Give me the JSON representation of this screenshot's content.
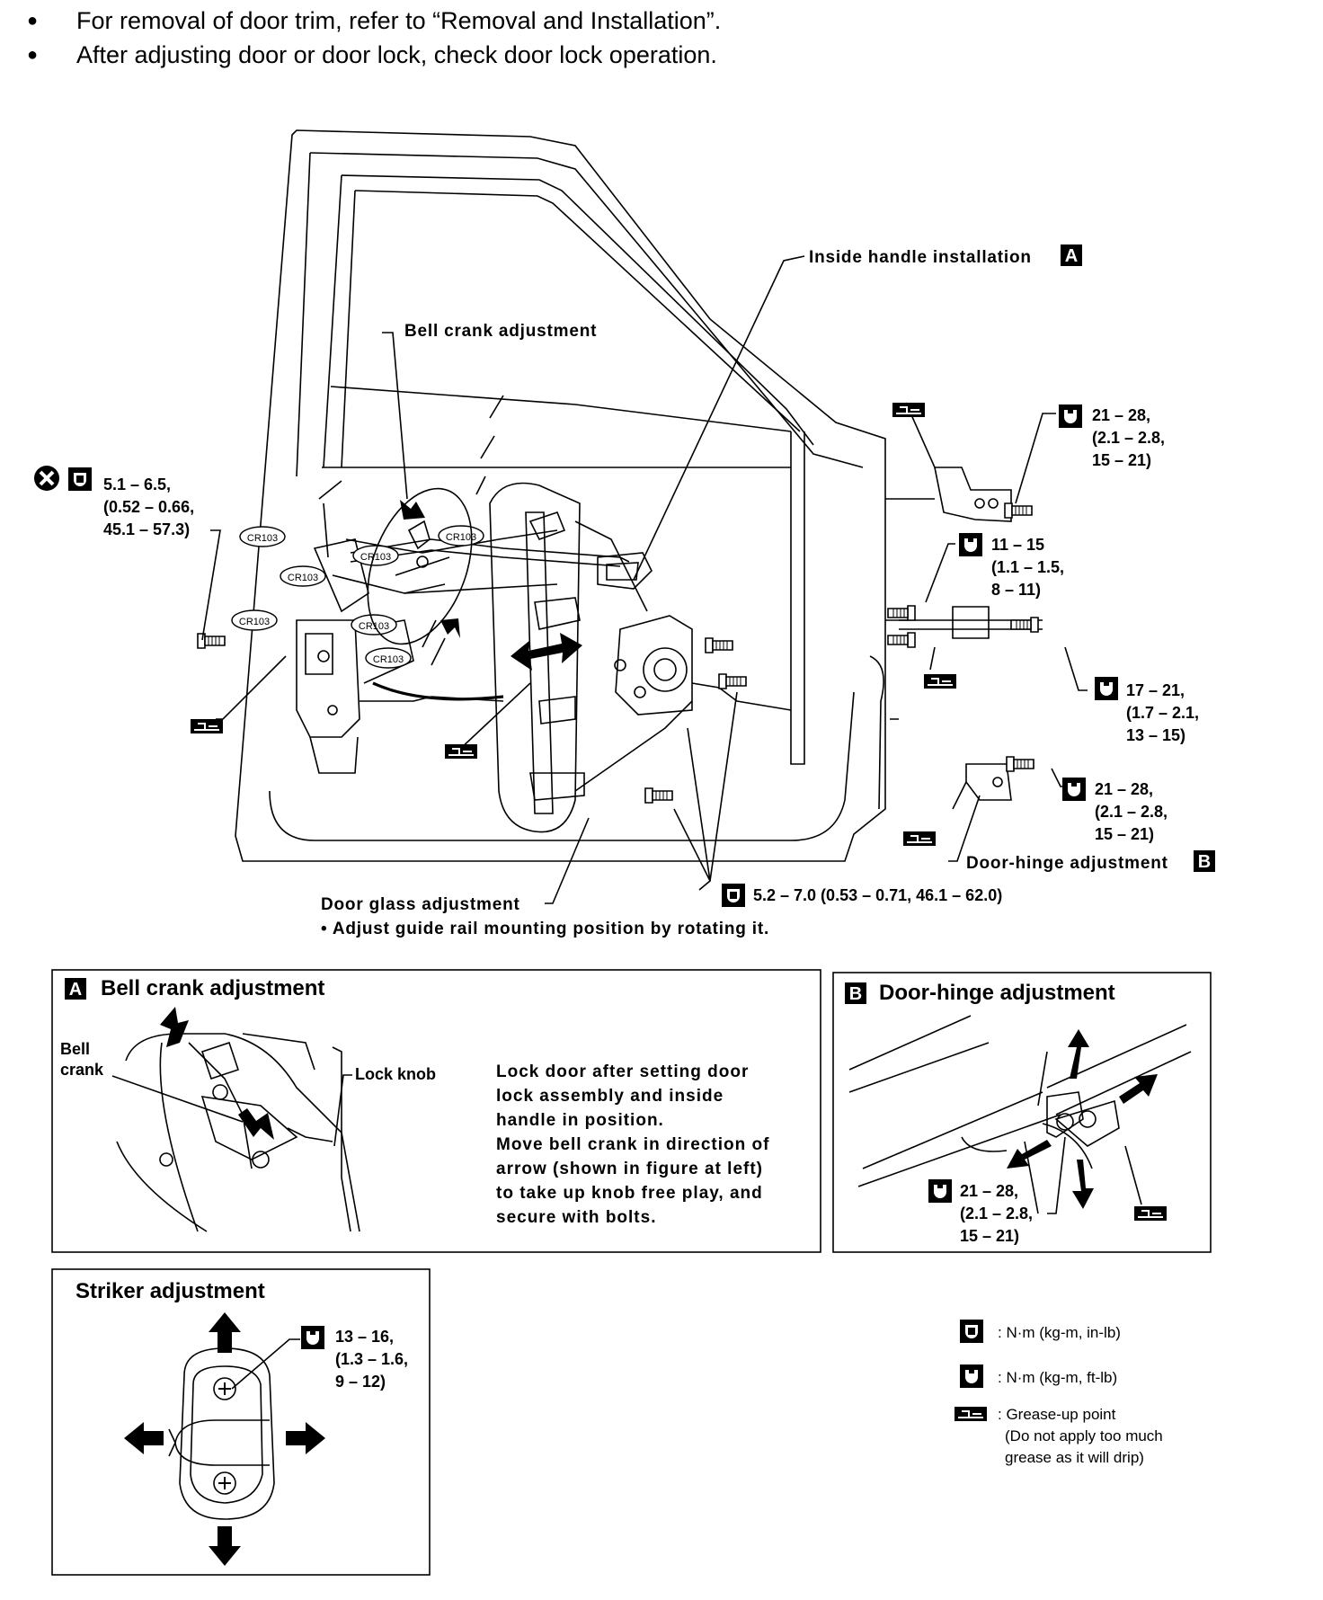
{
  "notes": [
    "For removal of door trim, refer to “Removal and Installation”.",
    "After adjusting door or door lock, check door lock operation."
  ],
  "main": {
    "inside_handle": "Inside handle installation",
    "bell_crank": "Bell crank adjustment",
    "door_glass": "Door glass adjustment",
    "door_glass_note": "• Adjust guide rail mounting position by rotating it.",
    "door_hinge": "Door-hinge adjustment",
    "cr_code": "CR103",
    "marker_a": "A",
    "marker_b": "B",
    "torque_lock": [
      "5.1 – 6.5,",
      "(0.52 – 0.66,",
      "45.1 – 57.3)"
    ],
    "torque_hinge_upper": [
      "21 – 28,",
      "(2.1 – 2.8,",
      "15 – 21)"
    ],
    "torque_check": [
      "11 – 15",
      "(1.1 – 1.5,",
      "8 – 11)"
    ],
    "torque_check_nut": [
      "17 – 21,",
      "(1.7 – 2.1,",
      "13 – 15)"
    ],
    "torque_hinge_lower": [
      "21 – 28,",
      "(2.1 – 2.8,",
      "15 – 21)"
    ],
    "torque_regulator": "5.2 – 7.0 (0.53 – 0.71, 46.1 – 62.0)"
  },
  "panel_a": {
    "letter": "A",
    "title": "Bell crank adjustment",
    "bell_crank_label": [
      "Bell",
      "crank"
    ],
    "lock_knob_label": "Lock knob",
    "text": [
      "Lock door after setting door",
      "lock assembly and inside",
      "handle in position.",
      "Move bell crank in direction of",
      "arrow (shown in figure at left)",
      "to take up knob free play, and",
      "secure with bolts."
    ]
  },
  "panel_b": {
    "letter": "B",
    "title": "Door-hinge adjustment",
    "torque": [
      "21 – 28,",
      "(2.1 – 2.8,",
      "15 – 21)"
    ]
  },
  "striker": {
    "title": "Striker adjustment",
    "torque": [
      "13 – 16,",
      "(1.3 – 1.6,",
      "9 – 12)"
    ]
  },
  "legend": {
    "nm_inlb": ": N·m (kg-m, in-lb)",
    "nm_ftlb": ": N·m (kg-m, ft-lb)",
    "grease": [
      ": Grease-up point",
      "(Do not apply too much",
      "grease as it will drip)"
    ]
  }
}
